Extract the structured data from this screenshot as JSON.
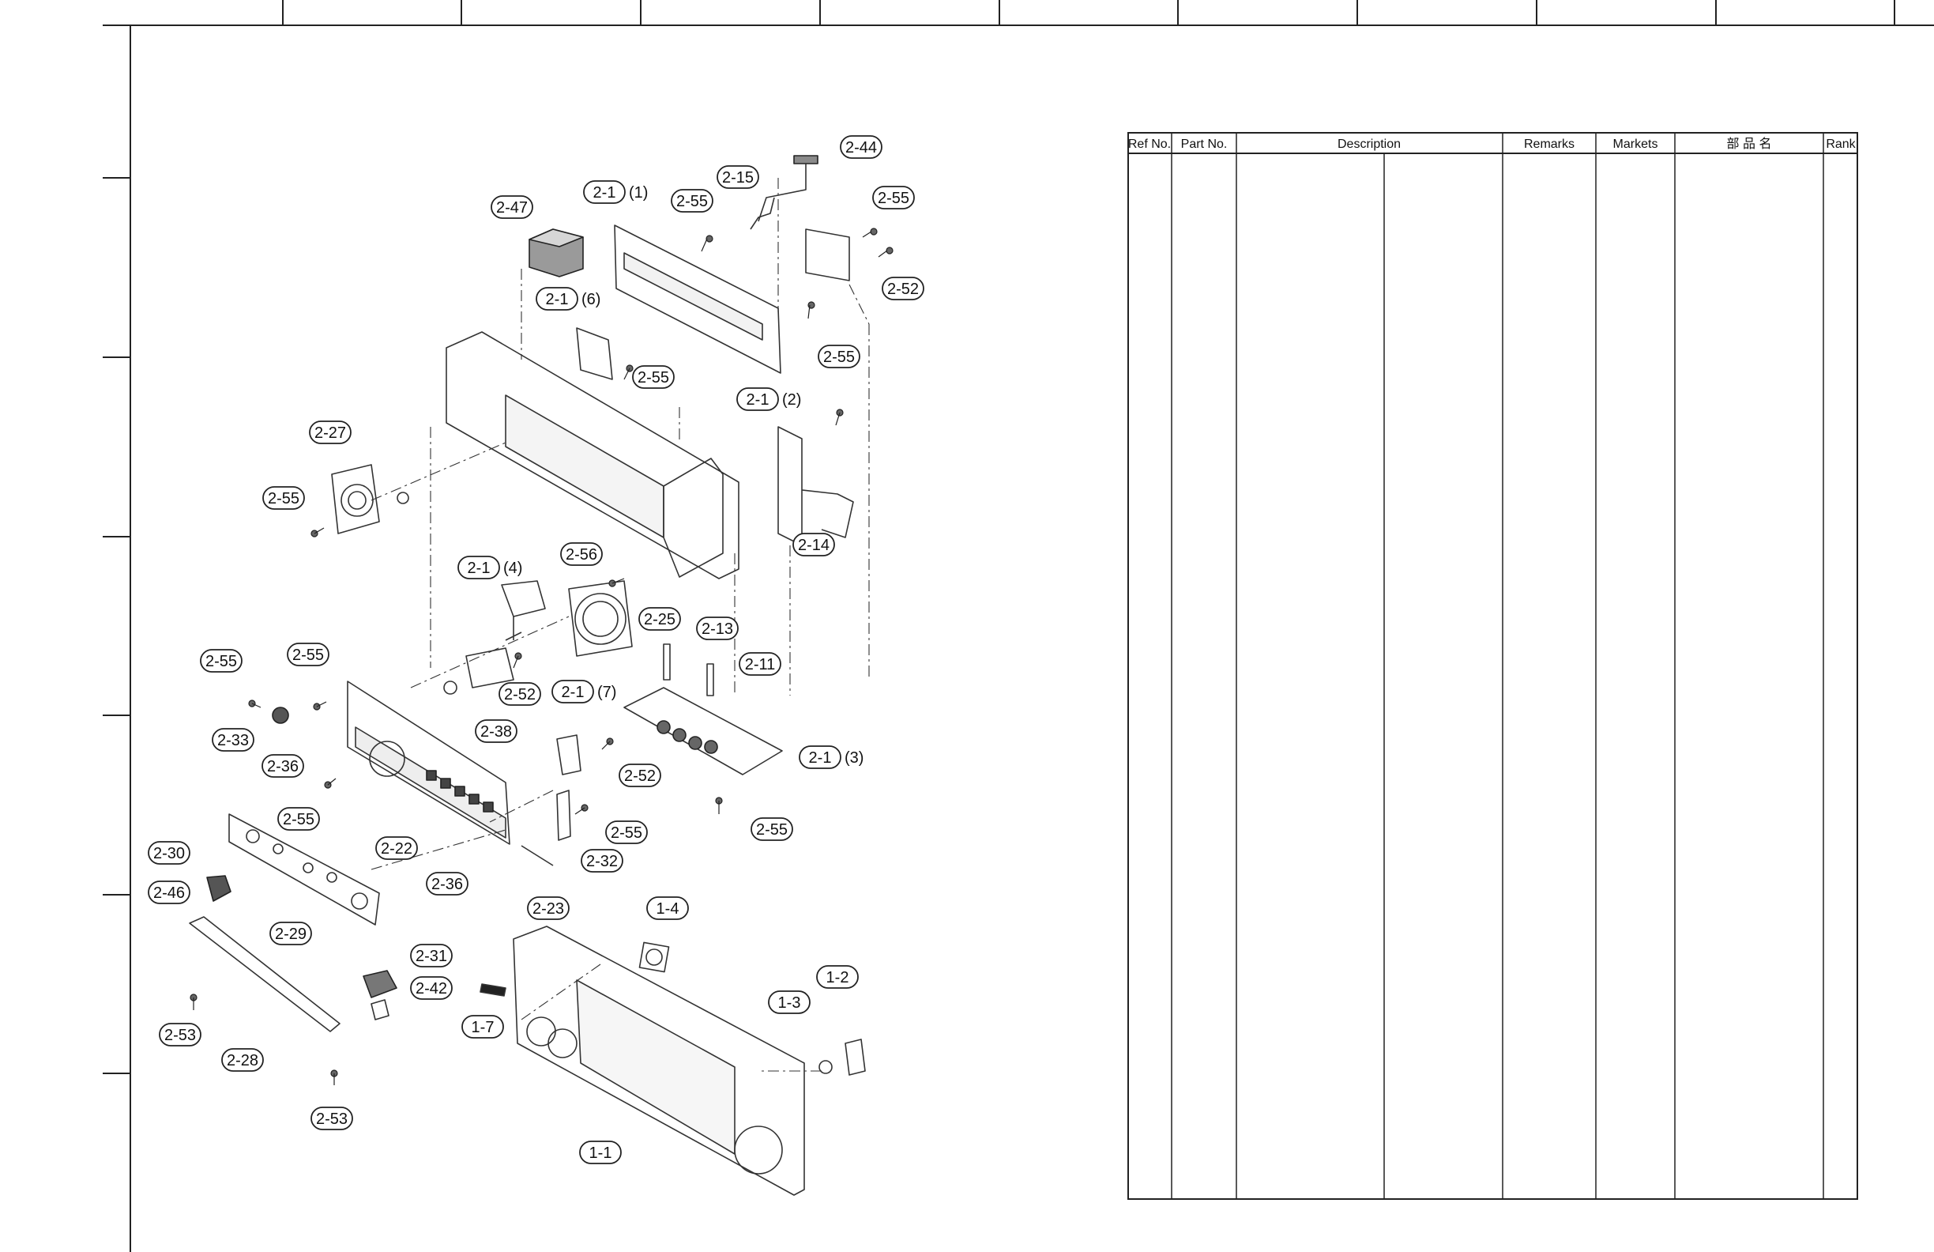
{
  "parts_list": {
    "headers": [
      "Ref No.",
      "Part No.",
      "Description",
      "Remarks",
      "Markets",
      "部 品 名",
      "Rank"
    ],
    "rows": []
  },
  "diagram": {
    "callouts": [
      {
        "id": "2-44"
      },
      {
        "id": "2-15"
      },
      {
        "id": "2-55"
      },
      {
        "id": "2-1",
        "note": "(1)"
      },
      {
        "id": "2-47"
      },
      {
        "id": "2-55"
      },
      {
        "id": "2-52"
      },
      {
        "id": "2-1",
        "note": "(6)"
      },
      {
        "id": "2-55"
      },
      {
        "id": "2-55"
      },
      {
        "id": "2-1",
        "note": "(2)"
      },
      {
        "id": "2-27"
      },
      {
        "id": "2-55"
      },
      {
        "id": "2-14"
      },
      {
        "id": "2-56"
      },
      {
        "id": "2-1",
        "note": "(4)"
      },
      {
        "id": "2-25"
      },
      {
        "id": "2-13"
      },
      {
        "id": "2-11"
      },
      {
        "id": "2-55"
      },
      {
        "id": "2-55"
      },
      {
        "id": "2-52"
      },
      {
        "id": "2-1",
        "note": "(7)"
      },
      {
        "id": "2-33"
      },
      {
        "id": "2-38"
      },
      {
        "id": "2-1",
        "note": "(3)"
      },
      {
        "id": "2-36"
      },
      {
        "id": "2-52"
      },
      {
        "id": "2-55"
      },
      {
        "id": "2-55"
      },
      {
        "id": "2-22"
      },
      {
        "id": "2-32"
      },
      {
        "id": "2-55"
      },
      {
        "id": "2-30"
      },
      {
        "id": "2-36"
      },
      {
        "id": "2-46"
      },
      {
        "id": "2-23"
      },
      {
        "id": "1-4"
      },
      {
        "id": "2-29"
      },
      {
        "id": "2-31"
      },
      {
        "id": "1-2"
      },
      {
        "id": "2-42"
      },
      {
        "id": "1-3"
      },
      {
        "id": "1-7"
      },
      {
        "id": "2-53"
      },
      {
        "id": "2-28"
      },
      {
        "id": "2-53"
      },
      {
        "id": "1-1"
      }
    ]
  }
}
